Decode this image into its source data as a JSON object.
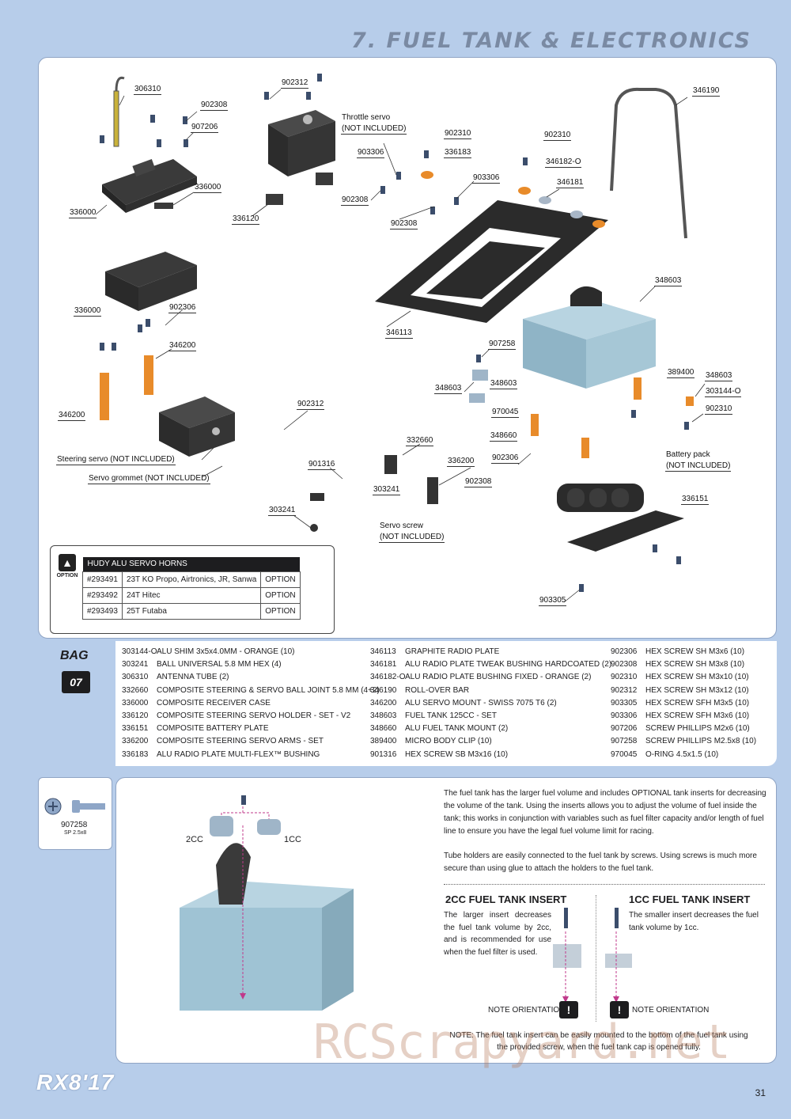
{
  "header": {
    "title": "7. FUEL TANK & ELECTRONICS"
  },
  "diagram": {
    "callouts": {
      "c306310": "306310",
      "c902308a": "902308",
      "c907206": "907206",
      "c336000a": "336000",
      "c336000b": "336000",
      "c336000c": "336000",
      "c902312a": "902312",
      "c336120": "336120",
      "c902306a": "902306",
      "c346200a": "346200",
      "c346200b": "346200",
      "c902312b": "902312",
      "c901316": "901316",
      "c332660": "332660",
      "c336200": "336200",
      "c303241a": "303241",
      "c303241b": "303241",
      "c902308b": "902308",
      "c902310a": "902310",
      "c336183": "336183",
      "c903306a": "903306",
      "c902308c": "902308",
      "c903306b": "903306",
      "c902308d": "902308",
      "c902310b": "902310",
      "c346182": "346182-O",
      "c346181": "346181",
      "c346190": "346190",
      "c346113": "346113",
      "c348603a": "348603",
      "c907258": "907258",
      "c348603b": "348603",
      "c348603c": "348603",
      "c970045": "970045",
      "c348660": "348660",
      "c902306b": "902306",
      "c389400": "389400",
      "c348603d": "348603",
      "c303144": "303144-O",
      "c902310c": "902310",
      "c336151": "336151",
      "c903305": "903305"
    },
    "notes": {
      "throttle_servo": "Throttle servo",
      "throttle_not_included": "(NOT INCLUDED)",
      "steering_servo": "Steering servo (NOT INCLUDED)",
      "servo_grommet": "Servo grommet (NOT INCLUDED)",
      "servo_screw": "Servo screw",
      "servo_screw_not_included": "(NOT INCLUDED)",
      "battery_pack": "Battery pack",
      "battery_not_included": "(NOT INCLUDED)"
    }
  },
  "option_box": {
    "icon_label": "OPTION",
    "title": "HUDY ALU SERVO HORNS",
    "rows": [
      {
        "code": "#293491",
        "desc": "23T KO Propo, Airtronics, JR, Sanwa",
        "type": "OPTION"
      },
      {
        "code": "#293492",
        "desc": "24T Hitec",
        "type": "OPTION"
      },
      {
        "code": "#293493",
        "desc": "25T Futaba",
        "type": "OPTION"
      }
    ]
  },
  "bag": {
    "label": "BAG",
    "number": "07",
    "col1": [
      {
        "code": "303144-O",
        "name": "ALU SHIM 3x5x4.0MM - ORANGE (10)"
      },
      {
        "code": "303241",
        "name": "BALL UNIVERSAL 5.8 MM HEX (4)"
      },
      {
        "code": "306310",
        "name": "ANTENNA TUBE (2)"
      },
      {
        "code": "332660",
        "name": "COMPOSITE STEERING & SERVO BALL JOINT 5.8 MM (4+2)"
      },
      {
        "code": "336000",
        "name": "COMPOSITE RECEIVER CASE"
      },
      {
        "code": "336120",
        "name": "COMPOSITE STEERING SERVO HOLDER - SET - V2"
      },
      {
        "code": "336151",
        "name": "COMPOSITE BATTERY PLATE"
      },
      {
        "code": "336200",
        "name": "COMPOSITE STEERING SERVO ARMS - SET"
      },
      {
        "code": "336183",
        "name": "ALU RADIO PLATE MULTI-FLEX™ BUSHING"
      }
    ],
    "col2": [
      {
        "code": "346113",
        "name": "GRAPHITE RADIO PLATE"
      },
      {
        "code": "346181",
        "name": "ALU RADIO PLATE TWEAK BUSHING HARDCOATED (2)"
      },
      {
        "code": "346182-O",
        "name": "ALU RADIO PLATE BUSHING FIXED - ORANGE (2)"
      },
      {
        "code": "346190",
        "name": "ROLL-OVER BAR"
      },
      {
        "code": "346200",
        "name": "ALU SERVO MOUNT - SWISS 7075 T6 (2)"
      },
      {
        "code": "348603",
        "name": "FUEL TANK 125CC - SET"
      },
      {
        "code": "348660",
        "name": "ALU FUEL TANK MOUNT (2)"
      },
      {
        "code": "389400",
        "name": "MICRO BODY CLIP (10)"
      },
      {
        "code": "901316",
        "name": "HEX SCREW SB M3x16 (10)"
      }
    ],
    "col3": [
      {
        "code": "902306",
        "name": "HEX SCREW SH M3x6 (10)"
      },
      {
        "code": "902308",
        "name": "HEX SCREW SH M3x8 (10)"
      },
      {
        "code": "902310",
        "name": "HEX SCREW SH M3x10 (10)"
      },
      {
        "code": "902312",
        "name": "HEX SCREW SH M3x12 (10)"
      },
      {
        "code": "903305",
        "name": "HEX SCREW SFH M3x5 (10)"
      },
      {
        "code": "903306",
        "name": "HEX SCREW SFH M3x6 (10)"
      },
      {
        "code": "907206",
        "name": "SCREW PHILLIPS M2x6 (10)"
      },
      {
        "code": "907258",
        "name": "SCREW PHILLIPS M2.5x8 (10)"
      },
      {
        "code": "970045",
        "name": "O-RING 4.5x1.5 (10)"
      }
    ]
  },
  "small_part": {
    "code": "907258",
    "spec": "SP 2.5x8"
  },
  "instructions": {
    "label_2cc": "2CC",
    "label_1cc": "1CC",
    "para1": "The fuel tank has the larger fuel volume and includes OPTIONAL tank inserts for decreasing the volume of the tank. Using the inserts allows you to adjust the volume of fuel inside the tank; this works in conjunction with variables such as fuel filter capacity and/or length of fuel line to ensure you have the legal fuel volume limit for racing.",
    "para2": "Tube holders are easily connected to the fuel tank by screws. Using screws is much more secure than using glue to attach the holders to the fuel tank.",
    "insert_2cc_title": "2CC FUEL TANK INSERT",
    "insert_2cc_text": "The larger insert decreases the fuel tank volume by 2cc, and is recommended for use when the fuel filter is used.",
    "insert_1cc_title": "1CC FUEL TANK INSERT",
    "insert_1cc_text": "The smaller insert decreases the fuel tank volume by 1cc.",
    "note_orientation": "NOTE ORIENTATION",
    "note_icon": "!",
    "bottom_note": "NOTE: The fuel tank insert can be easily mounted to the bottom of the fuel tank using the provided screw, when the fuel tank cap is opened fully."
  },
  "footer": {
    "logo": "RX8'17",
    "page_number": "31",
    "watermark": "RCScrapyard.net"
  },
  "colors": {
    "background": "#b7cdea",
    "orange_part": "#e88b2a",
    "tank": "#9fc3d4",
    "dark_part": "#3a3a3a"
  }
}
